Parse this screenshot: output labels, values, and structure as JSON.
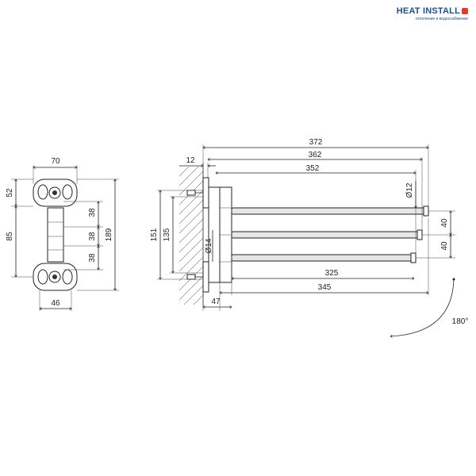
{
  "logo": {
    "main": "HEAT INSTALL",
    "sub": "отопление и водоснабжение"
  },
  "side_view": {
    "width_top": "70",
    "width_bottom": "46",
    "height_top": "52",
    "spacing_1": "38",
    "spacing_2": "38",
    "spacing_3": "38",
    "mount_height": "85",
    "total_height": "189"
  },
  "front_view": {
    "length_total": "372",
    "length_mid": "362",
    "length_short": "352",
    "flange_thickness": "12",
    "rod_diameter": "Ø12",
    "post_diameter": "Ø14",
    "height_outer": "151",
    "height_inner": "135",
    "rod_spacing_1": "40",
    "rod_spacing_2": "40",
    "rod_length_1": "325",
    "rod_length_2": "345",
    "offset": "47",
    "rotation": "180°"
  }
}
